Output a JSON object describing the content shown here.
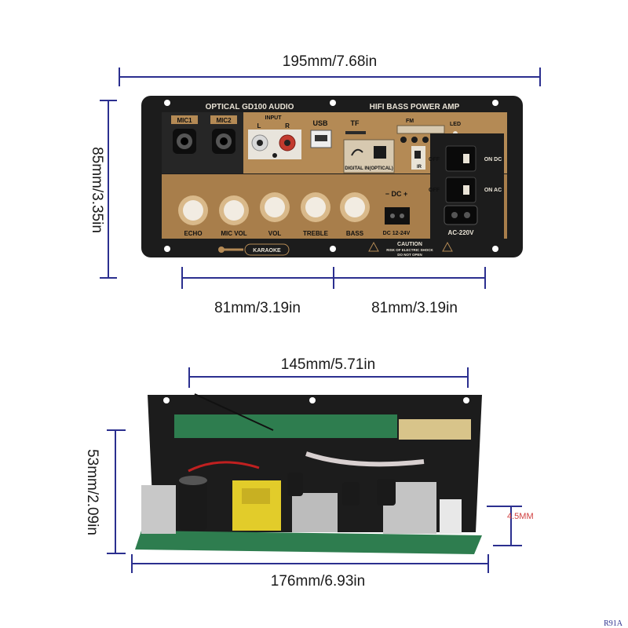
{
  "dimensions": {
    "top_width": "195mm/7.68in",
    "top_height": "85mm/3.35in",
    "left_half": "81mm/3.19in",
    "right_half": "81mm/3.19in",
    "bottom_inner_width": "145mm/5.71in",
    "bottom_height": "53mm/2.09in",
    "bottom_width": "176mm/6.93in",
    "thickness": "4.5MM"
  },
  "panel": {
    "left_title": "OPTICAL  GD100  AUDIO",
    "right_title": "HIFI  BASS  POWER  AMP",
    "mic1": "MIC1",
    "mic2": "MIC2",
    "input": "INPUT",
    "input_l": "L",
    "input_r": "R",
    "usb": "USB",
    "tf": "TF",
    "fm": "FM",
    "led": "LED",
    "ir": "IR",
    "digital": "DIGITAL IN(OPTICAL)",
    "knobs": [
      "ECHO",
      "MIC VOL",
      "VOL",
      "TREBLE",
      "BASS"
    ],
    "dc_sign": "− DC +",
    "dc_label": "DC 12-24V",
    "ac_label": "AC-220V",
    "on_dc": "ON DC",
    "on_ac": "ON AC",
    "off": "OFF",
    "karaoke": "KARAOKE",
    "caution": "CAUTION",
    "caution_sub1": "RISK OF ELECTRIC SHOCK",
    "caution_sub2": "DO NOT OPEN"
  },
  "watermark": "R91A",
  "colors": {
    "panel_black": "#1c1c1c",
    "panel_gold": "#b48a55",
    "dim_line": "#2b2f8f",
    "thickness_label": "#d04040",
    "pcb_green": "#2e7d4f"
  }
}
